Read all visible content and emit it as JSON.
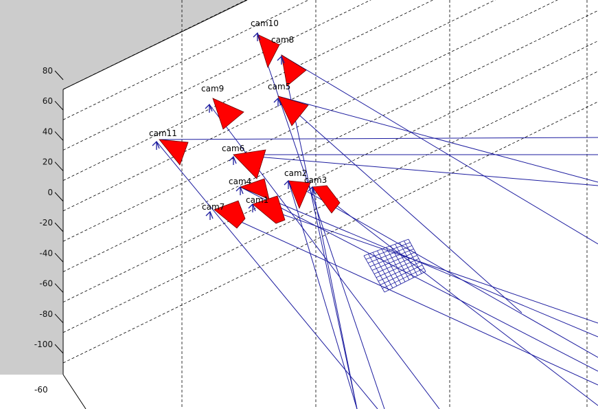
{
  "figure": {
    "background_color": "#cccccc",
    "grid": true,
    "grid_style": "dashed"
  },
  "chart_data": {
    "type": "scatter",
    "subtype": "3d-camera-calibration-view",
    "title": "",
    "xlabel": "",
    "ylabel": "",
    "zlabel": "",
    "zlim": [
      -100,
      80
    ],
    "z_ticks": [
      "80",
      "60",
      "40",
      "20",
      "0",
      "-20",
      "-40",
      "-60",
      "-80",
      "-100"
    ],
    "other_axis_ticks": [
      "-60"
    ],
    "cameras": [
      {
        "name": "cam10",
        "color": "#ff0000"
      },
      {
        "name": "cam8",
        "color": "#ff0000"
      },
      {
        "name": "cam9",
        "color": "#ff0000"
      },
      {
        "name": "cam5",
        "color": "#ff0000"
      },
      {
        "name": "cam11",
        "color": "#ff0000"
      },
      {
        "name": "cam6",
        "color": "#ff0000"
      },
      {
        "name": "cam2",
        "color": "#ff0000"
      },
      {
        "name": "cam3",
        "color": "#ff0000"
      },
      {
        "name": "cam4",
        "color": "#ff0000"
      },
      {
        "name": "cam1",
        "color": "#ff0000"
      },
      {
        "name": "cam7",
        "color": "#ff0000"
      }
    ],
    "ray_color": "#1a1a9e",
    "calibration_grid": {
      "rows": 10,
      "cols": 10,
      "color": "#1a1a9e"
    }
  }
}
